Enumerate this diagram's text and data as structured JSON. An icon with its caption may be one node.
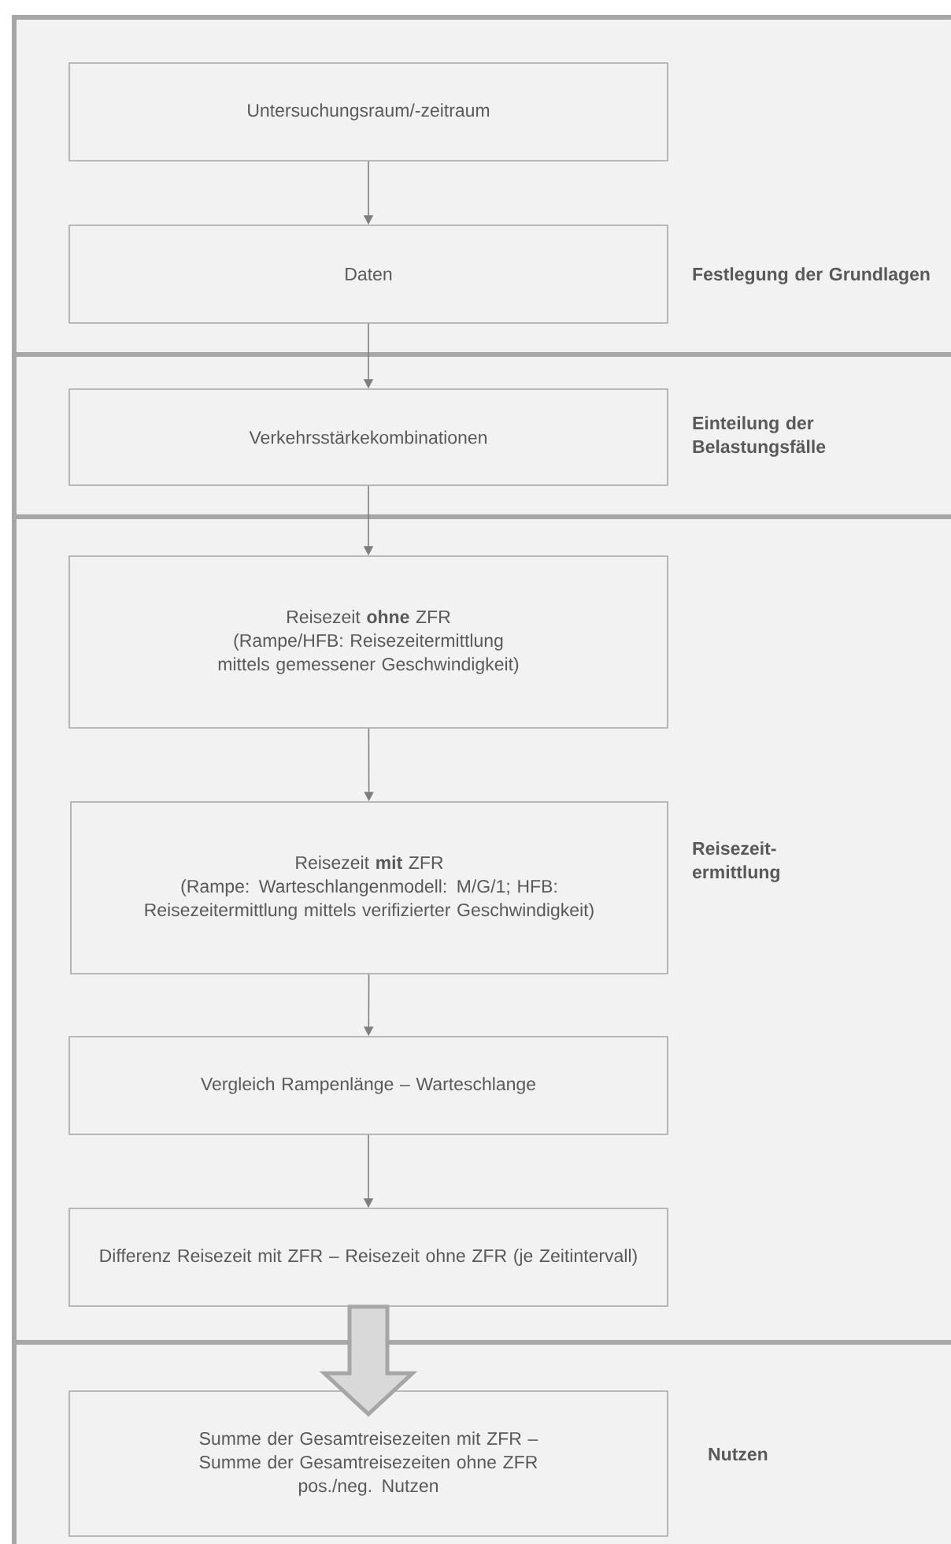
{
  "diagram": {
    "nodes": [
      {
        "text": [
          "Festlegung der Grundlagen"
        ]
      },
      {
        "text": [
          "Untersuchungsraum/-zeitraum"
        ],
        "in": 0
      },
      {
        "text": [
          "Daten"
        ],
        "in": 0
      },
      {
        "text": [
          "Einteilung der Belastungsfälle"
        ]
      },
      {
        "text": [
          "Verkehrsstärkekombinationen"
        ],
        "in": 3
      },
      {
        "text": [
          "Reisezeit-ermittlung"
        ]
      },
      {
        "text": [
          "Reisezeit **ohne** ZFR",
          "(Rampe/HFB: Reisezeitermittlung mittels gemessener Geschwindigkeit)"
        ],
        "in": 5
      },
      {
        "text": [
          "Reisezeit **mit** ZFR",
          "(Rampe: Warteschlangenmodell: M/G/1; HFB: Reisezeitermittlung mittels verifizierter Geschwindigkeit)"
        ],
        "in": 5
      },
      {
        "text": [
          "Vergleich Rampenlänge – Warteschlange"
        ],
        "in": 5
      },
      {
        "text": [
          "Differenz Reisezeit mit ZFR – Reisezeit ohne ZFR (je Zeitintervall)"
        ],
        "in": 5
      },
      {
        "text": [
          "Nutzen"
        ]
      },
      {
        "text": [
          "Summe der Gesamtreisezeiten mit ZFR – Summe der Gesamtreisezeiten ohne ZFR",
          "pos./neg. Nutzen"
        ],
        "in": 10
      }
    ],
    "edges": [
      {
        "from": 1,
        "to": 2,
        "arrow": "to"
      },
      {
        "from": 2,
        "to": 4,
        "arrow": "to"
      },
      {
        "from": 4,
        "to": 6,
        "arrow": "to"
      },
      {
        "from": 6,
        "to": 7,
        "arrow": "to"
      },
      {
        "from": 7,
        "to": 8,
        "arrow": "to"
      },
      {
        "from": 8,
        "to": 9,
        "arrow": "to"
      },
      {
        "from": 9,
        "to": 11,
        "arrow": "to",
        "style": "thick"
      }
    ]
  }
}
